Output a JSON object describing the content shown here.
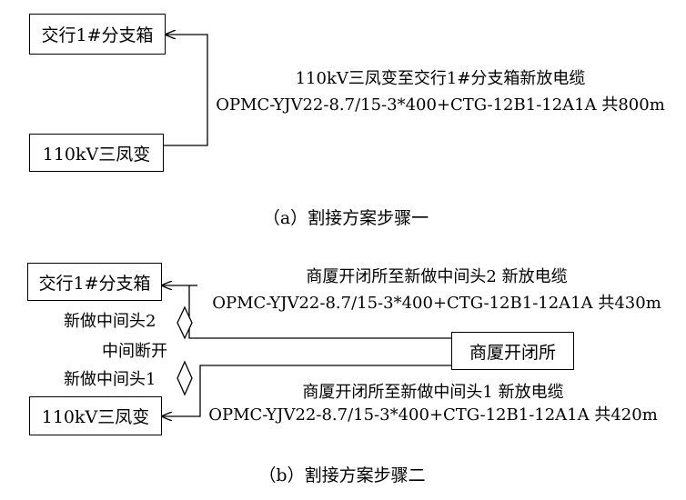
{
  "diagram_a": {
    "box_branch": "交行1#分支箱",
    "box_substation": "110kV三凤变",
    "cable_label_line1": "110kV三凤变至交行1#分支箱新放电缆",
    "cable_label_line2": "OPMC-YJV22-8.7/15-3*400+CTG-12B1-12A1A 共800m",
    "caption": "（a）割接方案步骤一"
  },
  "diagram_b": {
    "box_branch": "交行1#分支箱",
    "box_substation": "110kV三凤变",
    "box_switch_station": "商厦开闭所",
    "joint2_label": "新做中间头2",
    "break_label": "中间断开",
    "joint1_label": "新做中间头1",
    "cable_top_line1": "商厦开闭所至新做中间头2 新放电缆",
    "cable_top_line2": "OPMC-YJV22-8.7/15-3*400+CTG-12B1-12A1A 共430m",
    "cable_bottom_line1": "商厦开闭所至新做中间头1 新放电缆",
    "cable_bottom_line2": "OPMC-YJV22-8.7/15-3*400+CTG-12B1-12A1A 共420m",
    "caption": "（b）割接方案步骤二"
  }
}
